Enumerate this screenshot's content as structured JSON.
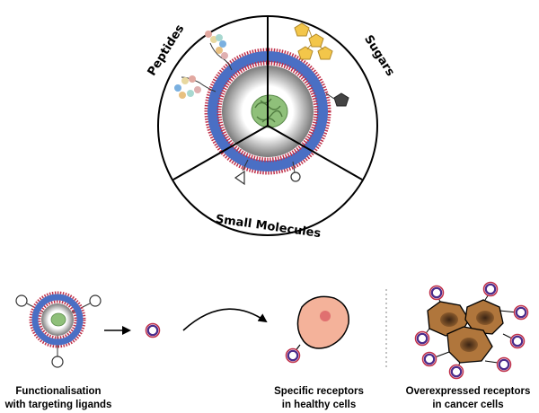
{
  "wheel": {
    "labels": {
      "peptides": "Peptides",
      "sugars": "Sugars",
      "small_molecules": "Small Molecules"
    }
  },
  "captions": {
    "functionalisation": [
      "Functionalisation",
      "with targeting ligands"
    ],
    "healthy": [
      "Specific receptors",
      "in healthy cells"
    ],
    "cancer": [
      "Overexpressed receptors",
      "in cancer cells"
    ]
  },
  "colors": {
    "bilayer_blue": "#4a6fc4",
    "head_red": "#c0304a",
    "core_green": "#8fc07a",
    "sugar_yellow": "#f3c64a",
    "healthy_cell": "#f4b29a",
    "cancer_cell": "#b0763c",
    "receptor_purple": "#4a2a8a"
  }
}
